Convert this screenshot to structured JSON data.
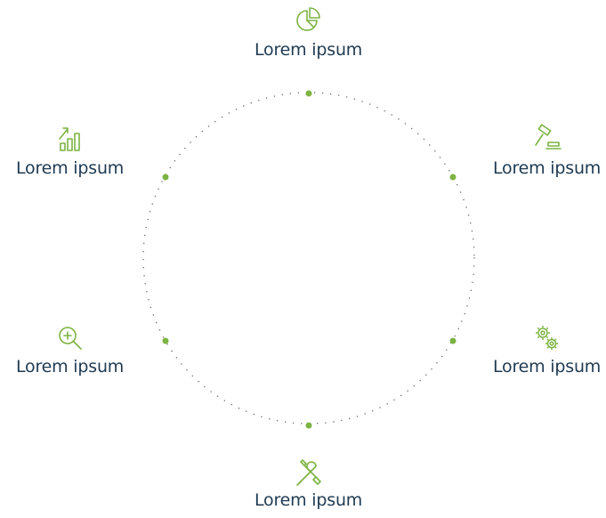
{
  "colors": {
    "accent": "#7cb342",
    "text": "#1f3a52",
    "circle_dots": "#6b6b6b"
  },
  "nodes": [
    {
      "label": "Lorem ipsum",
      "icon": "pie-chart-icon"
    },
    {
      "label": "Lorem ipsum",
      "icon": "gavel-icon"
    },
    {
      "label": "Lorem ipsum",
      "icon": "gears-icon"
    },
    {
      "label": "Lorem ipsum",
      "icon": "wrench-screwdriver-icon"
    },
    {
      "label": "Lorem ipsum",
      "icon": "magnifier-plus-icon"
    },
    {
      "label": "Lorem ipsum",
      "icon": "growth-chart-icon"
    }
  ]
}
